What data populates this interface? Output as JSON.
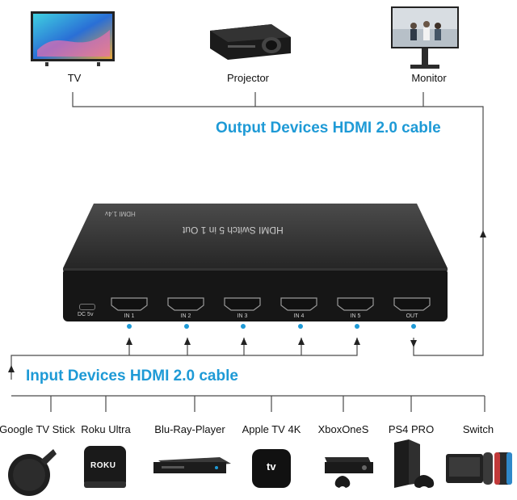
{
  "output_title": "Output Devices HDMI 2.0 cable",
  "input_title": "Input Devices HDMI 2.0 cable",
  "outputs": [
    {
      "label": "TV",
      "icon": "tv-icon"
    },
    {
      "label": "Projector",
      "icon": "projector-icon"
    },
    {
      "label": "Monitor",
      "icon": "monitor-icon"
    }
  ],
  "switch": {
    "top_label": "HDMI Switch 5 in 1 Out",
    "version_label": "HDMI 1.4v",
    "dc_label": "DC 5v",
    "ports": [
      "IN 1",
      "IN 2",
      "IN 3",
      "IN 4",
      "IN 5",
      "OUT"
    ]
  },
  "inputs": [
    {
      "label": "Google TV Stick",
      "icon": "chromecast-icon"
    },
    {
      "label": "Roku Ultra",
      "icon": "roku-icon",
      "logo": "ROKU"
    },
    {
      "label": "Blu-Ray-Player",
      "icon": "bluray-player-icon"
    },
    {
      "label": "Apple TV 4K",
      "icon": "apple-tv-icon",
      "logo": "tv"
    },
    {
      "label": "XboxOneS",
      "icon": "xbox-icon"
    },
    {
      "label": "PS4 PRO",
      "icon": "ps4-icon"
    },
    {
      "label": "Switch",
      "icon": "nintendo-switch-icon"
    }
  ],
  "colors": {
    "accent": "#1e9ad6",
    "line": "#4a4a4a",
    "device": "#1d1d1d"
  }
}
